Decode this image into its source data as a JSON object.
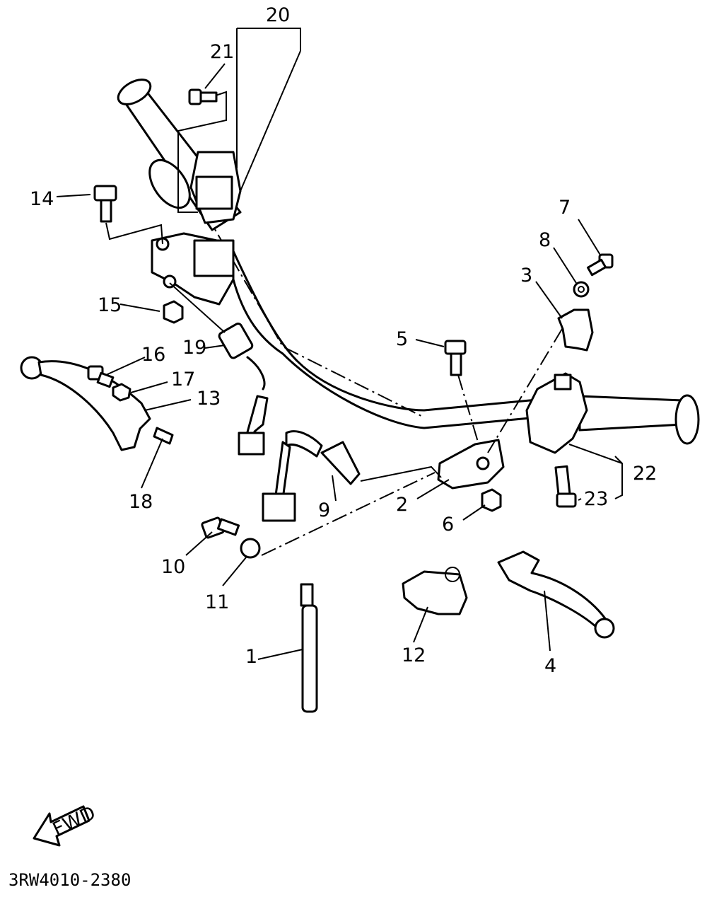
{
  "diagram": {
    "code": "3RW4010-2380",
    "fwd_label": "FWD",
    "callouts": {
      "c1": "1",
      "c2": "2",
      "c3": "3",
      "c4": "4",
      "c5": "5",
      "c6": "6",
      "c7": "7",
      "c8": "8",
      "c9": "9",
      "c10": "10",
      "c11": "11",
      "c12": "12",
      "c13": "13",
      "c14": "14",
      "c15": "15",
      "c16": "16",
      "c17": "17",
      "c18": "18",
      "c19": "19",
      "c20": "20",
      "c21": "21",
      "c22": "22",
      "c23": "23"
    }
  }
}
